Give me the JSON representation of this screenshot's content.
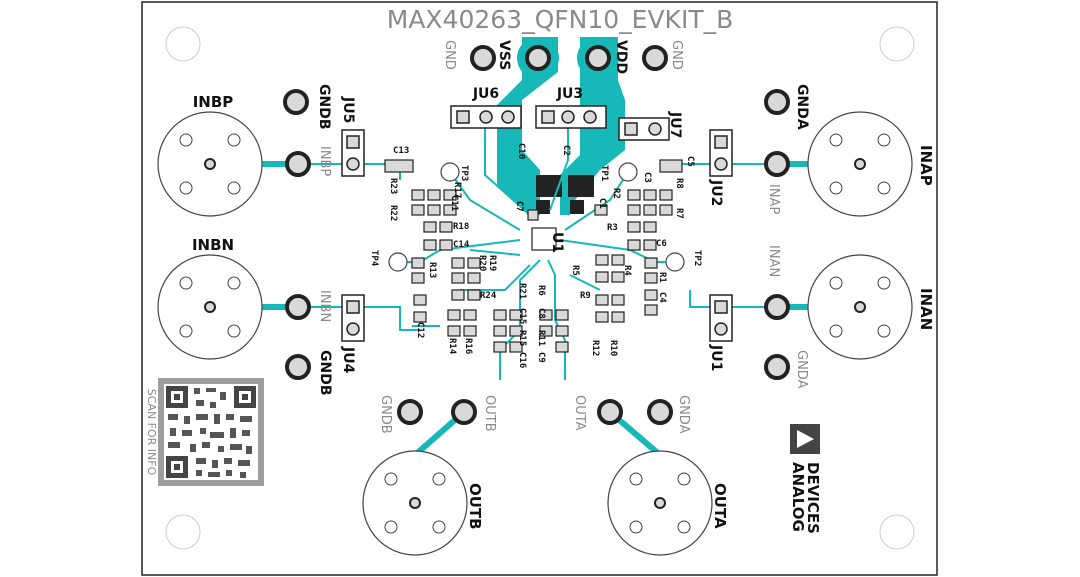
{
  "board": {
    "title": "MAX40263_QFN10_EVKIT_B",
    "logo_text": [
      "ANALOG",
      "DEVICES"
    ],
    "qr_caption": "SCAN FOR INFO",
    "colors": {
      "copper": "#17b8b8",
      "outline": "#222222",
      "silk": "#111111",
      "silk_light": "#8a8a8a",
      "pad": "#d9d9d9"
    }
  },
  "connectors": {
    "inbp": "INBP",
    "inbn": "INBN",
    "inap": "INAP",
    "inan": "INAN",
    "outb": "OUTB",
    "outa": "OUTA"
  },
  "test_points": {
    "gnd_left": "GND",
    "vss": "VSS",
    "vdd": "VDD",
    "gnd_right": "GND",
    "gndb_top": "GNDB",
    "gndb_bottom": "GNDB",
    "gnda_top": "GNDA",
    "gnda_bottom": "GNDA",
    "gndb_out": "GNDB",
    "gnda_out": "GNDA",
    "inbp_light": "INBP",
    "inbn_light": "INBN",
    "inap_light": "INAP",
    "inan_light": "INAN",
    "outb_light": "OUTB",
    "outa_light": "OUTA"
  },
  "jumpers": {
    "ju1": "JU1",
    "ju2": "JU2",
    "ju3": "JU3",
    "ju4": "JU4",
    "ju5": "JU5",
    "ju6": "JU6",
    "ju7": "JU7"
  },
  "ic": {
    "u1": "U1"
  },
  "tps": {
    "tp1": "TP1",
    "tp2": "TP2",
    "tp3": "TP3",
    "tp4": "TP4"
  },
  "refdes": {
    "c1": "C1",
    "c2": "C2",
    "c3": "C3",
    "c4": "C4",
    "c5": "C5",
    "c6": "C6",
    "c7": "C7",
    "c8": "C8",
    "c9": "C9",
    "c10": "C10",
    "c11": "C11",
    "c12": "C12",
    "c13": "C13",
    "c14": "C14",
    "c15": "C15",
    "c16": "C16",
    "r1": "R1",
    "r2": "R2",
    "r3": "R3",
    "r4": "R4",
    "r5": "R5",
    "r6": "R6",
    "r7": "R7",
    "r8": "R8",
    "r9": "R9",
    "r10": "R10",
    "r11": "R11",
    "r12": "R12",
    "r13": "R13",
    "r14": "R14",
    "r15": "R15",
    "r16": "R16",
    "r17": "R17",
    "r18": "R18",
    "r19": "R19",
    "r20": "R20",
    "r21": "R21",
    "r22": "R22",
    "r23": "R23",
    "r24": "R24"
  }
}
